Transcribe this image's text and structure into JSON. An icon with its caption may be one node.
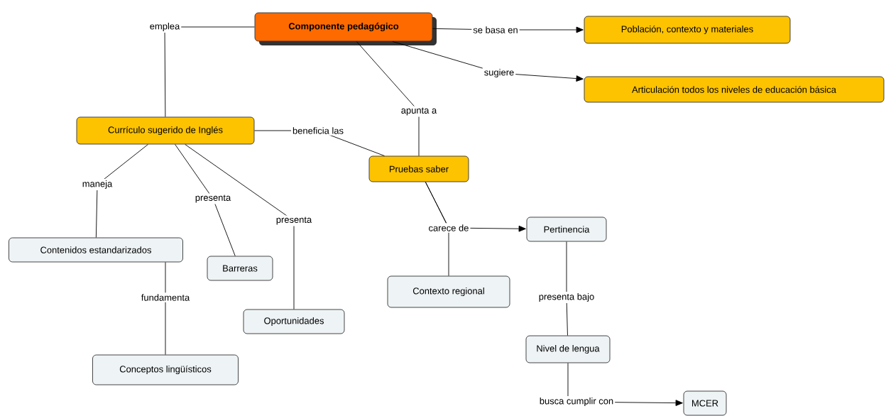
{
  "diagram": {
    "nodes": [
      {
        "text": [
          "Componente pedagógico"
        ]
      },
      {
        "text": [
          "Población, contexto y materiales"
        ]
      },
      {
        "text": [
          "Articulación todos los niveles de educación básica"
        ]
      },
      {
        "text": [
          "Currículo sugerido de Inglés"
        ]
      },
      {
        "text": [
          "Pruebas saber"
        ]
      },
      {
        "text": [
          "Contenidos estandarizados"
        ]
      },
      {
        "text": [
          "Barreras"
        ]
      },
      {
        "text": [
          "Oportunidades"
        ]
      },
      {
        "text": [
          "Pertinencia"
        ]
      },
      {
        "text": [
          "Contexto regional"
        ]
      },
      {
        "text": [
          "Conceptos lingüísticos"
        ]
      },
      {
        "text": [
          "Nivel de lengua"
        ]
      },
      {
        "text": [
          "MCER"
        ]
      }
    ],
    "edges": [
      {
        "from": 0,
        "to": 1,
        "arrow": "to",
        "label": "se basa en"
      },
      {
        "from": 0,
        "to": 2,
        "arrow": "to",
        "label": "sugiere"
      },
      {
        "from": 0,
        "to": 3,
        "arrow": "none",
        "label": "emplea"
      },
      {
        "from": 0,
        "to": 4,
        "arrow": "none",
        "label": "apunta a"
      },
      {
        "from": 3,
        "to": 4,
        "arrow": "none",
        "label": "beneficia las"
      },
      {
        "from": 3,
        "to": 5,
        "arrow": "none",
        "label": "maneja"
      },
      {
        "from": 3,
        "to": 6,
        "arrow": "none",
        "label": "presenta"
      },
      {
        "from": 3,
        "to": 7,
        "arrow": "none",
        "label": "presenta"
      },
      {
        "from": 5,
        "to": 10,
        "arrow": "none",
        "label": "fundamenta"
      },
      {
        "from": 4,
        "to": 8,
        "arrow": "to",
        "label": "carece de"
      },
      {
        "from": 4,
        "to": 9,
        "arrow": "none"
      },
      {
        "from": 8,
        "to": 11,
        "arrow": "none",
        "label": "presenta bajo"
      },
      {
        "from": 11,
        "to": 12,
        "arrow": "to",
        "label": "busca cumplir con"
      }
    ]
  }
}
